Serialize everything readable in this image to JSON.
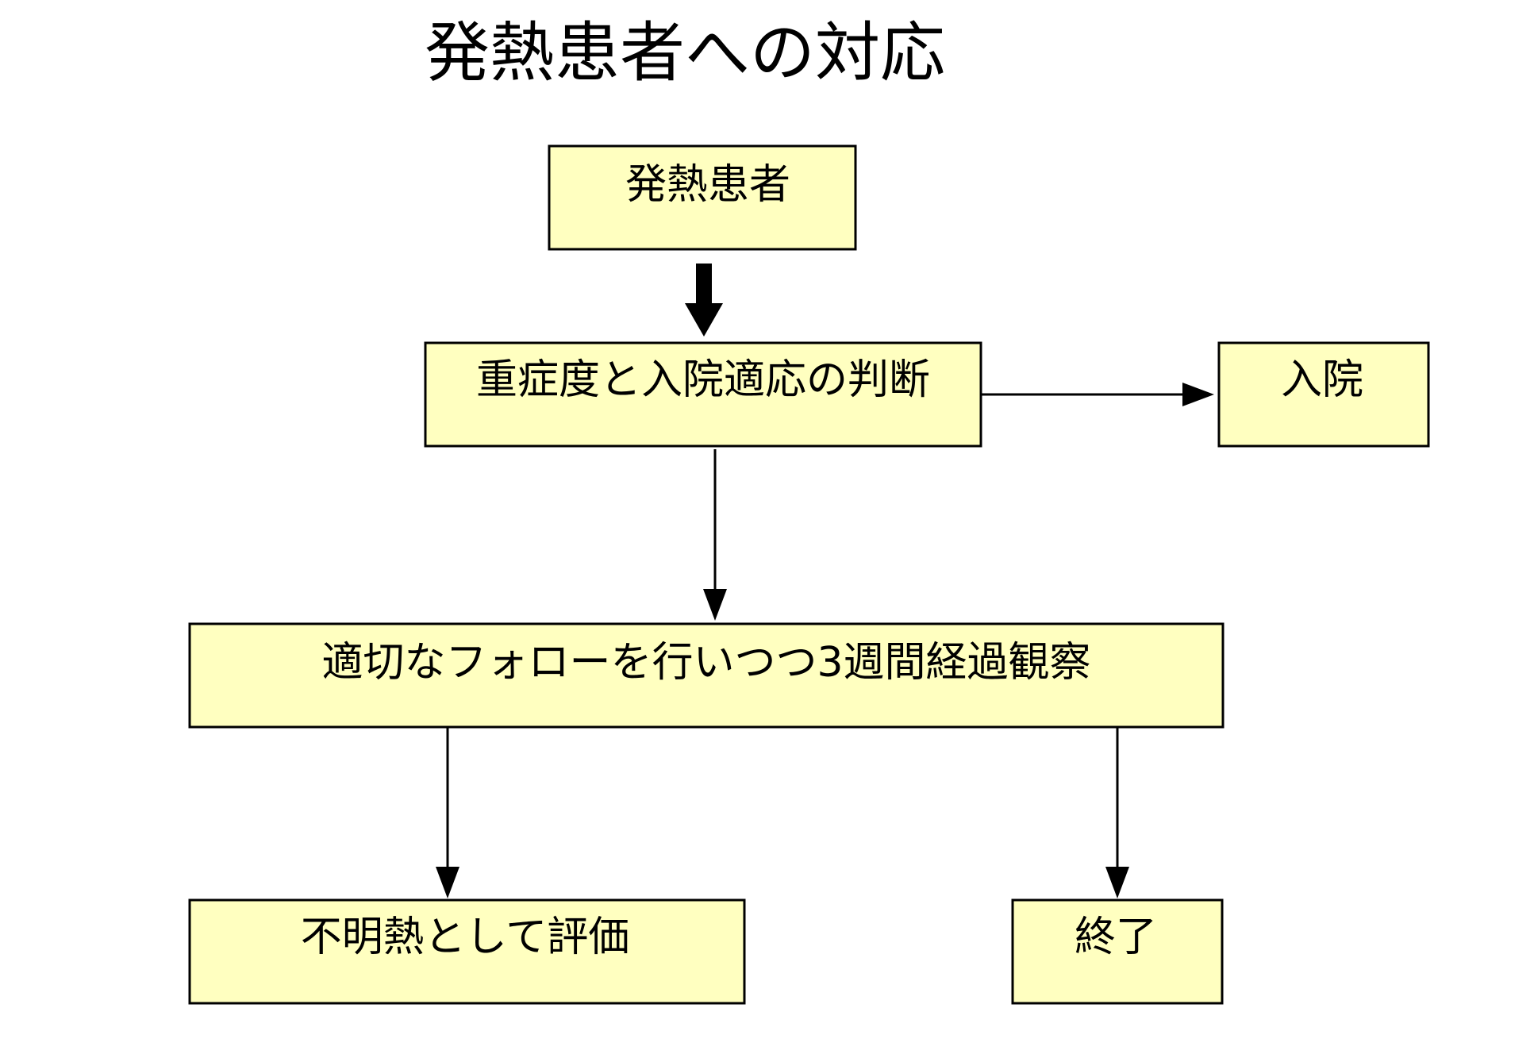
{
  "title": "発熱患者への対応",
  "colors": {
    "box_fill": "#FFFFC0",
    "stroke": "#000000",
    "background": "#FFFFFF"
  },
  "nodes": {
    "fever_patient": "発熱患者",
    "severity_judgment": "重症度と入院適応の判断",
    "hospitalization": "入院",
    "follow_up": "適切なフォローを行いつつ3週間経過観察",
    "fuo_evaluation": "不明熱として評価",
    "end": "終了"
  },
  "edges": [
    {
      "from": "fever_patient",
      "to": "severity_judgment",
      "style": "thick"
    },
    {
      "from": "severity_judgment",
      "to": "hospitalization",
      "style": "thin"
    },
    {
      "from": "severity_judgment",
      "to": "follow_up",
      "style": "thin"
    },
    {
      "from": "follow_up",
      "to": "fuo_evaluation",
      "style": "thin"
    },
    {
      "from": "follow_up",
      "to": "end",
      "style": "thin"
    }
  ]
}
